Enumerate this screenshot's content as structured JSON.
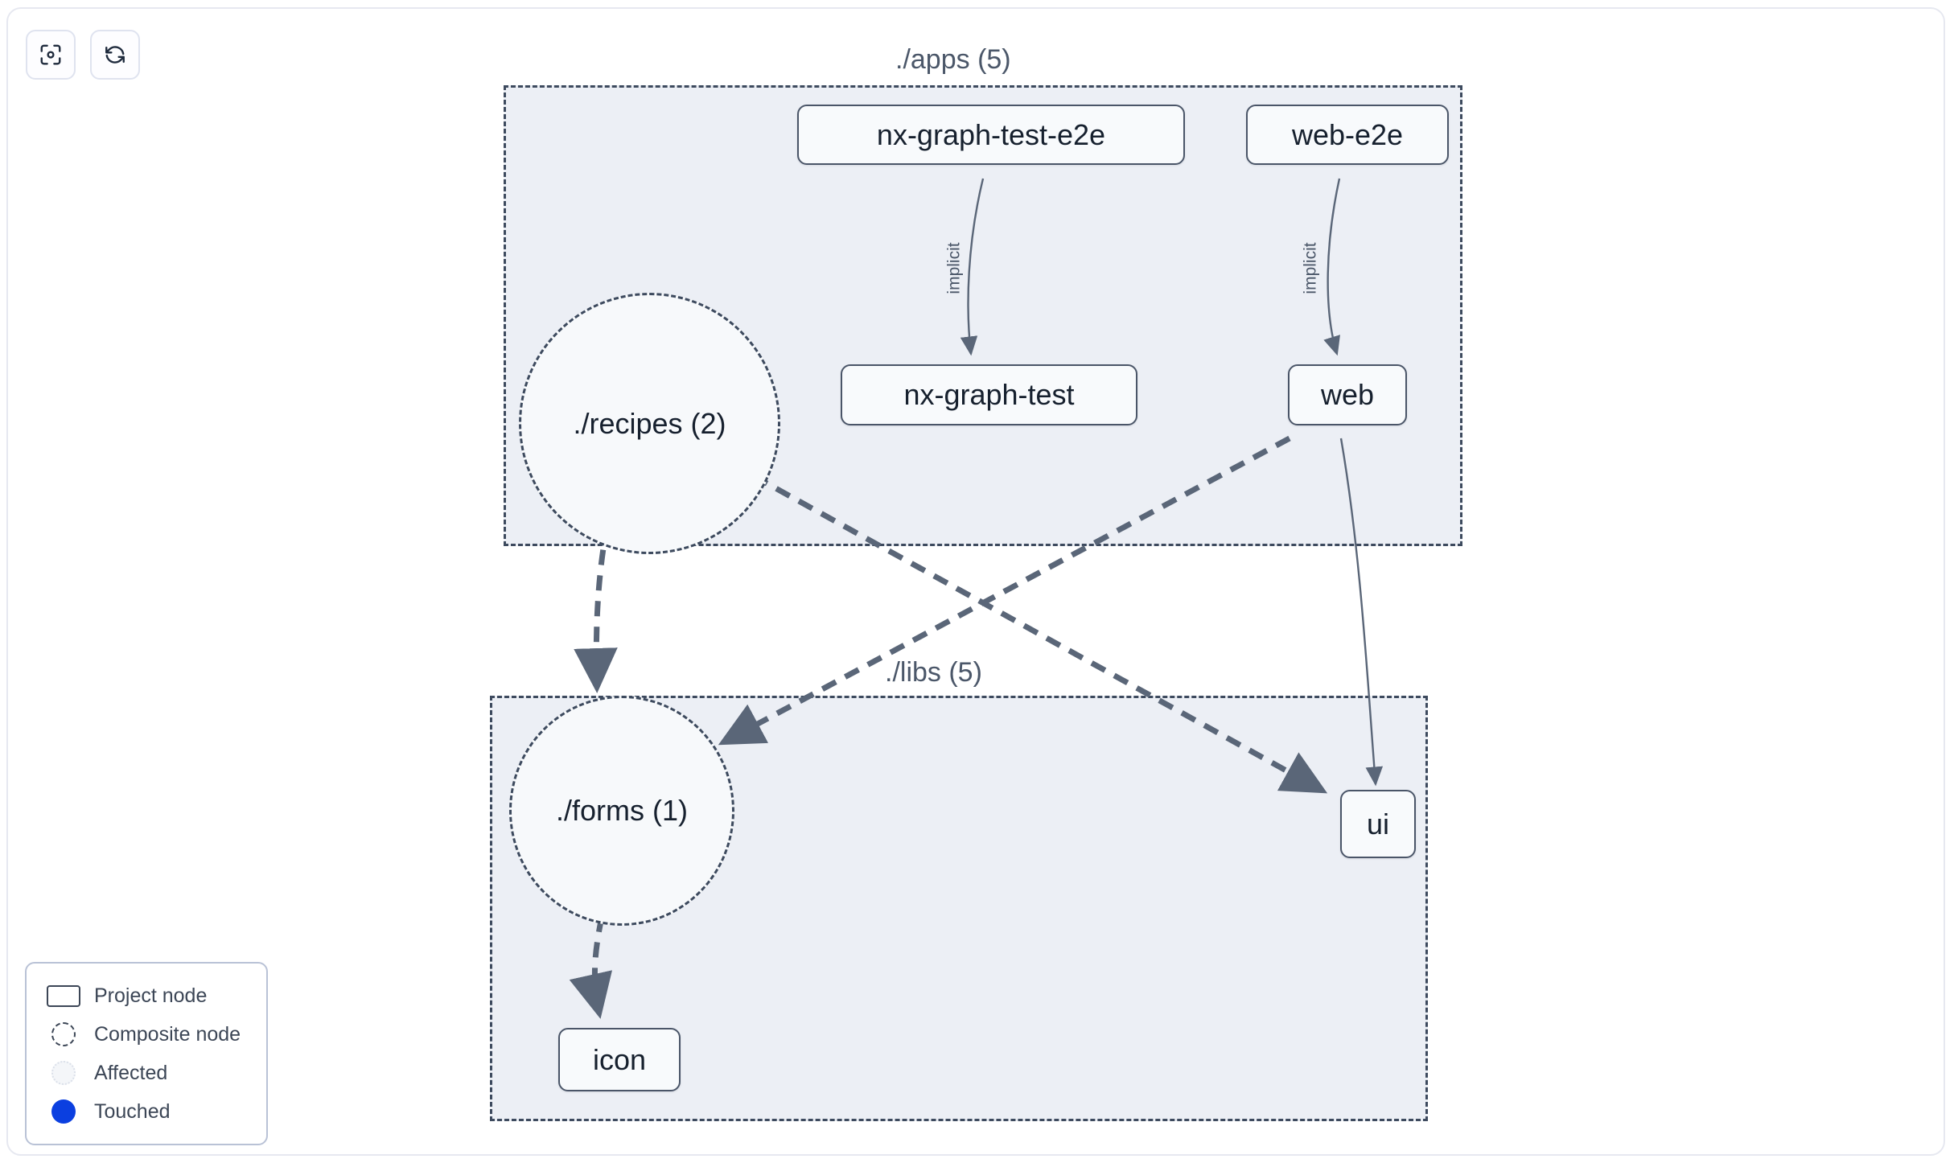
{
  "toolbar": {
    "buttons": [
      {
        "name": "focus-target-icon",
        "label": "Focus graph"
      },
      {
        "name": "refresh-icon",
        "label": "Refresh graph"
      }
    ]
  },
  "graph": {
    "groups": [
      {
        "id": "apps",
        "label": "./apps (5)"
      },
      {
        "id": "libs",
        "label": "./libs (5)"
      }
    ],
    "nodes": [
      {
        "id": "nx-graph-test-e2e",
        "label": "nx-graph-test-e2e",
        "type": "project",
        "group": "apps"
      },
      {
        "id": "web-e2e",
        "label": "web-e2e",
        "type": "project",
        "group": "apps"
      },
      {
        "id": "recipes",
        "label": "./recipes (2)",
        "type": "composite",
        "group": "apps"
      },
      {
        "id": "nx-graph-test",
        "label": "nx-graph-test",
        "type": "project",
        "group": "apps"
      },
      {
        "id": "web",
        "label": "web",
        "type": "project",
        "group": "apps"
      },
      {
        "id": "forms",
        "label": "./forms (1)",
        "type": "composite",
        "group": "libs"
      },
      {
        "id": "ui",
        "label": "ui",
        "type": "project",
        "group": "libs"
      },
      {
        "id": "icon",
        "label": "icon",
        "type": "project",
        "group": "libs"
      }
    ],
    "edges": [
      {
        "source": "nx-graph-test-e2e",
        "target": "nx-graph-test",
        "label": "implicit",
        "style": "solid"
      },
      {
        "source": "web-e2e",
        "target": "web",
        "label": "implicit",
        "style": "solid"
      },
      {
        "source": "recipes",
        "target": "forms",
        "label": "",
        "style": "dashed"
      },
      {
        "source": "recipes",
        "target": "ui",
        "label": "",
        "style": "dashed"
      },
      {
        "source": "web",
        "target": "forms",
        "label": "",
        "style": "dashed"
      },
      {
        "source": "web",
        "target": "ui",
        "label": "",
        "style": "solid"
      },
      {
        "source": "forms",
        "target": "icon",
        "label": "",
        "style": "dashed"
      }
    ],
    "edge_labels": [
      {
        "id": "implicit-1",
        "text": "implicit"
      },
      {
        "id": "implicit-2",
        "text": "implicit"
      }
    ]
  },
  "legend": {
    "items": [
      {
        "id": "project-node",
        "label": "Project node",
        "swatch": "rect-outline"
      },
      {
        "id": "composite-node",
        "label": "Composite node",
        "swatch": "dashed-circle"
      },
      {
        "id": "affected",
        "label": "Affected",
        "swatch": "dotted-circle"
      },
      {
        "id": "touched",
        "label": "Touched",
        "swatch": "filled-circle"
      }
    ]
  },
  "colors": {
    "group_fill": "#eceff5",
    "group_border": "#3d4a5e",
    "node_fill": "#f8fafc",
    "node_border": "#4a5568",
    "edge": "#566santa",
    "edge_stroke": "#5a6678",
    "touched": "#0b3fe0",
    "panel_border": "#e6e8f0"
  }
}
